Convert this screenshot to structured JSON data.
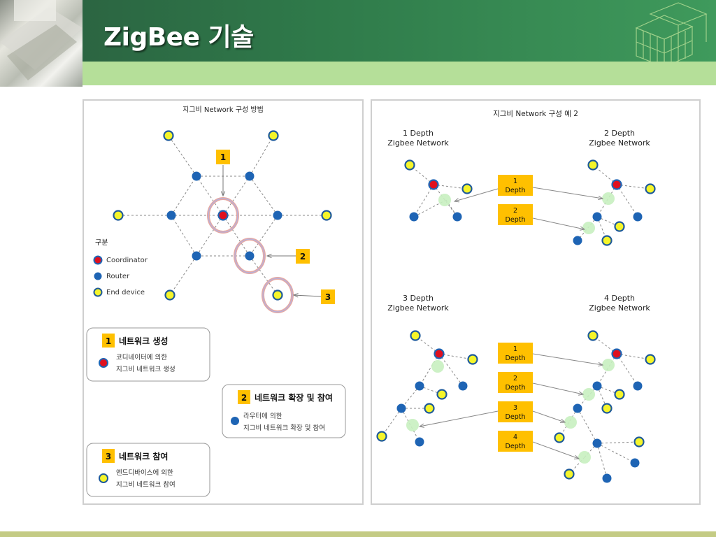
{
  "slide": {
    "title": "ZigBee 기술"
  },
  "colors": {
    "coordinator": "#e0101e",
    "router": "#1e64b4",
    "end_device": "#f5f52a",
    "badge": "#ffc000",
    "virtual_node": "#c8f0c0"
  },
  "left_panel": {
    "title": "지그비 Network 구성 방법",
    "legend": {
      "heading": "구분",
      "items": [
        {
          "icon": "coordinator-node-icon",
          "label": "Coordinator"
        },
        {
          "icon": "router-node-icon",
          "label": "Router"
        },
        {
          "icon": "end-device-node-icon",
          "label": "End device"
        }
      ]
    },
    "markers": [
      "1",
      "2",
      "3"
    ],
    "steps": [
      {
        "num": "1",
        "title": "네트워크 생성",
        "lines": [
          "코디네이터에 의한",
          "지그비 네트워크 생성"
        ]
      },
      {
        "num": "2",
        "title": "네트워크 확장 및 참여",
        "lines": [
          "라우터에 의한",
          "지그비 네트워크 확장 및 참여"
        ]
      },
      {
        "num": "3",
        "title": "네트워크 참여",
        "lines": [
          "엔드디바이스에 의한",
          "지그비 네트워크 참여"
        ]
      }
    ]
  },
  "right_panel": {
    "title": "지그비 Network 구성 예 2",
    "networks": [
      {
        "label1": "1 Depth",
        "label2": "Zigbee Network"
      },
      {
        "label1": "2 Depth",
        "label2": "Zigbee Network"
      },
      {
        "label1": "3 Depth",
        "label2": "Zigbee Network"
      },
      {
        "label1": "4 Depth",
        "label2": "Zigbee Network"
      }
    ],
    "depth_badges_top": [
      {
        "num": "1",
        "word": "Depth"
      },
      {
        "num": "2",
        "word": "Depth"
      }
    ],
    "depth_badges_bottom": [
      {
        "num": "1",
        "word": "Depth"
      },
      {
        "num": "2",
        "word": "Depth"
      },
      {
        "num": "3",
        "word": "Depth"
      },
      {
        "num": "4",
        "word": "Depth"
      }
    ]
  }
}
